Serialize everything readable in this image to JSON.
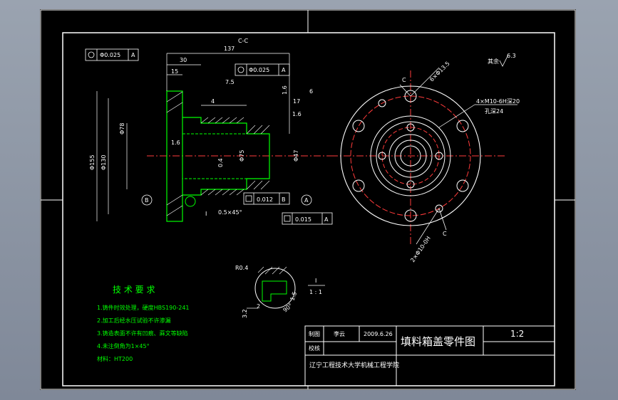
{
  "drawing": {
    "section_label": "C-C",
    "tech_title": "技 术 要 求",
    "tech_notes": [
      "1.铸件时效处理，硬度HBS190-241",
      "2.加工后经水压试验不许渗漏",
      "3.铸造表面不许有凹痕、蔴文等缺陷",
      "4.未注倒角为1×45°",
      "材料：HT200"
    ],
    "roughness_note": "其余",
    "roughness_value": "6.3",
    "detail_label": "I",
    "detail_scale": "1 : 1",
    "detail_radius": "R0.4",
    "detail_dim_a": "3.2",
    "detail_dim_b": "2",
    "detail_angle": "90°",
    "detail_rough": "1.5",
    "dims": {
      "overall_length": "137",
      "d30": "30",
      "d15": "15",
      "d4": "4",
      "d17": "17",
      "d75": "7.5",
      "phi155": "Φ155",
      "phi130": "Φ130",
      "phi78": "Φ78",
      "phi75": "Φ75",
      "phi47": "Φ47",
      "chamfer": "0.5×45°",
      "r04": "0.4",
      "rough_16a": "1.6",
      "rough_16b": "1.6",
      "rough_16c": "1.6",
      "rough_6": "6",
      "bolt_note": "6×Φ13.5",
      "thread_note": "4×M10-6H深20",
      "hole_depth": "孔深24",
      "pin_note": "2×Φ10-0H"
    },
    "tolerances": {
      "t1_value": "Φ0.025",
      "t1_datum": "A",
      "t2_value": "Φ0.025",
      "t2_datum": "A",
      "t3_value": "0.012",
      "t3_datum": "B",
      "t4_value": "0.015",
      "t4_datum": "A"
    },
    "datums": {
      "a": "A",
      "b": "B",
      "leader_i": "I",
      "section_c1": "C",
      "section_c2": "C"
    }
  },
  "title_block": {
    "drawn_label": "制图",
    "drawn_name": "李云",
    "date": "2009.6.26",
    "check_label": "校核",
    "part_name": "填料箱盖零件图",
    "scale": "1:2",
    "school": "辽宁工程技术大学机械工程学院"
  },
  "colors": {
    "line": "#ffffff",
    "geometry": "#00ff00",
    "center": "#ff3b3b",
    "hatch": "#ffffff"
  }
}
